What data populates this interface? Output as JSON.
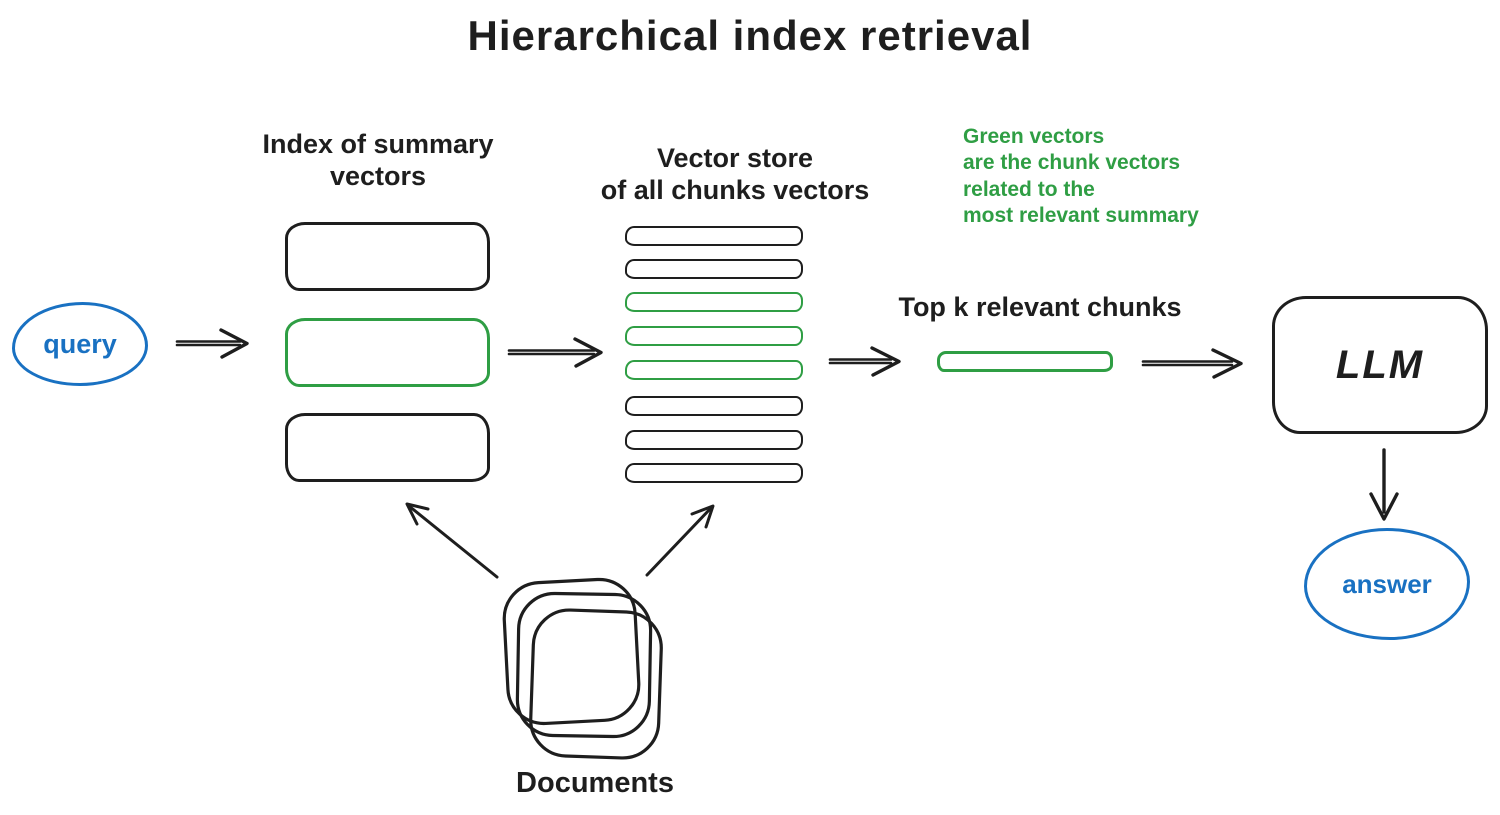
{
  "title": "Hierarchical index retrieval",
  "colors": {
    "ink": "#1e1e1e",
    "green": "#2f9e44",
    "blue": "#1971c2",
    "bg": "#ffffff"
  },
  "query": {
    "label": "query"
  },
  "summary_index": {
    "label": "Index of summary\nvectors",
    "boxes": [
      "ink",
      "green",
      "ink"
    ]
  },
  "vector_store": {
    "label": "Vector store\nof all chunks vectors",
    "rows": [
      "ink",
      "ink",
      "green",
      "green",
      "green",
      "ink",
      "ink",
      "ink"
    ]
  },
  "note": {
    "text": "Green vectors\nare the chunk vectors\nrelated to the\nmost relevant summary"
  },
  "top_k": {
    "label": "Top k relevant chunks",
    "chunk_color": "green"
  },
  "llm": {
    "label": "LLM"
  },
  "answer": {
    "label": "answer"
  },
  "documents": {
    "label": "Documents"
  }
}
